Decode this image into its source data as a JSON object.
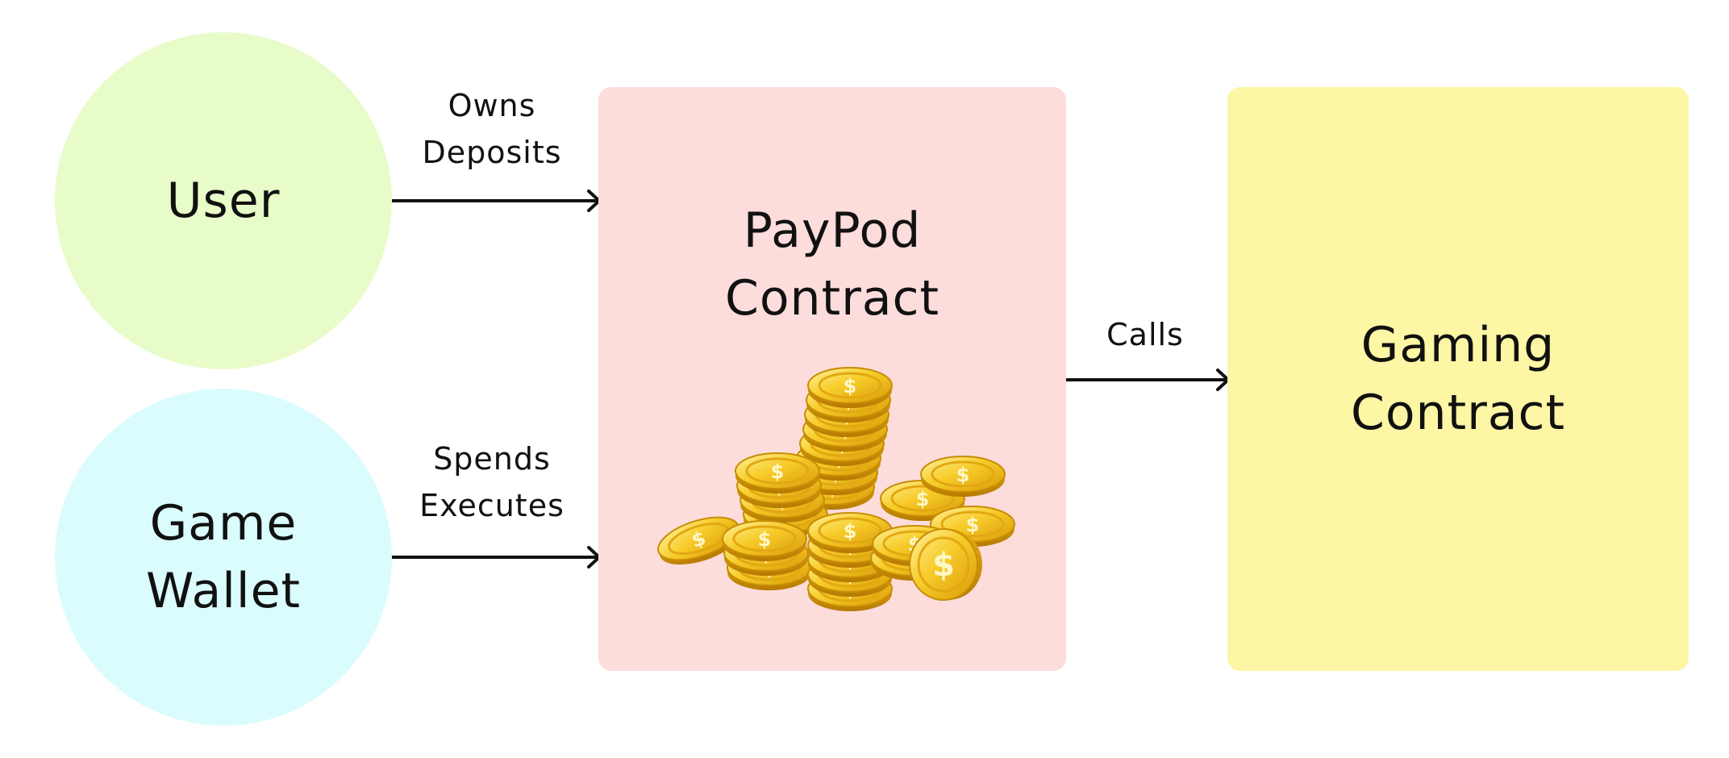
{
  "diagram": {
    "nodes": {
      "user": {
        "label": "User"
      },
      "game_wallet": {
        "line1": "Game",
        "line2": "Wallet"
      },
      "paypod": {
        "line1": "PayPod",
        "line2": "Contract",
        "illustration": "gold-coins-icon"
      },
      "gaming": {
        "line1": "Gaming",
        "line2": "Contract"
      }
    },
    "edges": {
      "user_to_paypod": {
        "line1": "Owns",
        "line2": "Deposits"
      },
      "wallet_to_paypod": {
        "line1": "Spends",
        "line2": "Executes"
      },
      "paypod_to_gaming": {
        "label": "Calls"
      }
    },
    "colors": {
      "user_fill": "#e8fcc9",
      "wallet_fill": "#dafcfc",
      "paypod_fill": "#fddcdc",
      "gaming_fill": "#fcf6a5",
      "coin_gold": "#f5c518",
      "stroke": "#111111"
    }
  }
}
